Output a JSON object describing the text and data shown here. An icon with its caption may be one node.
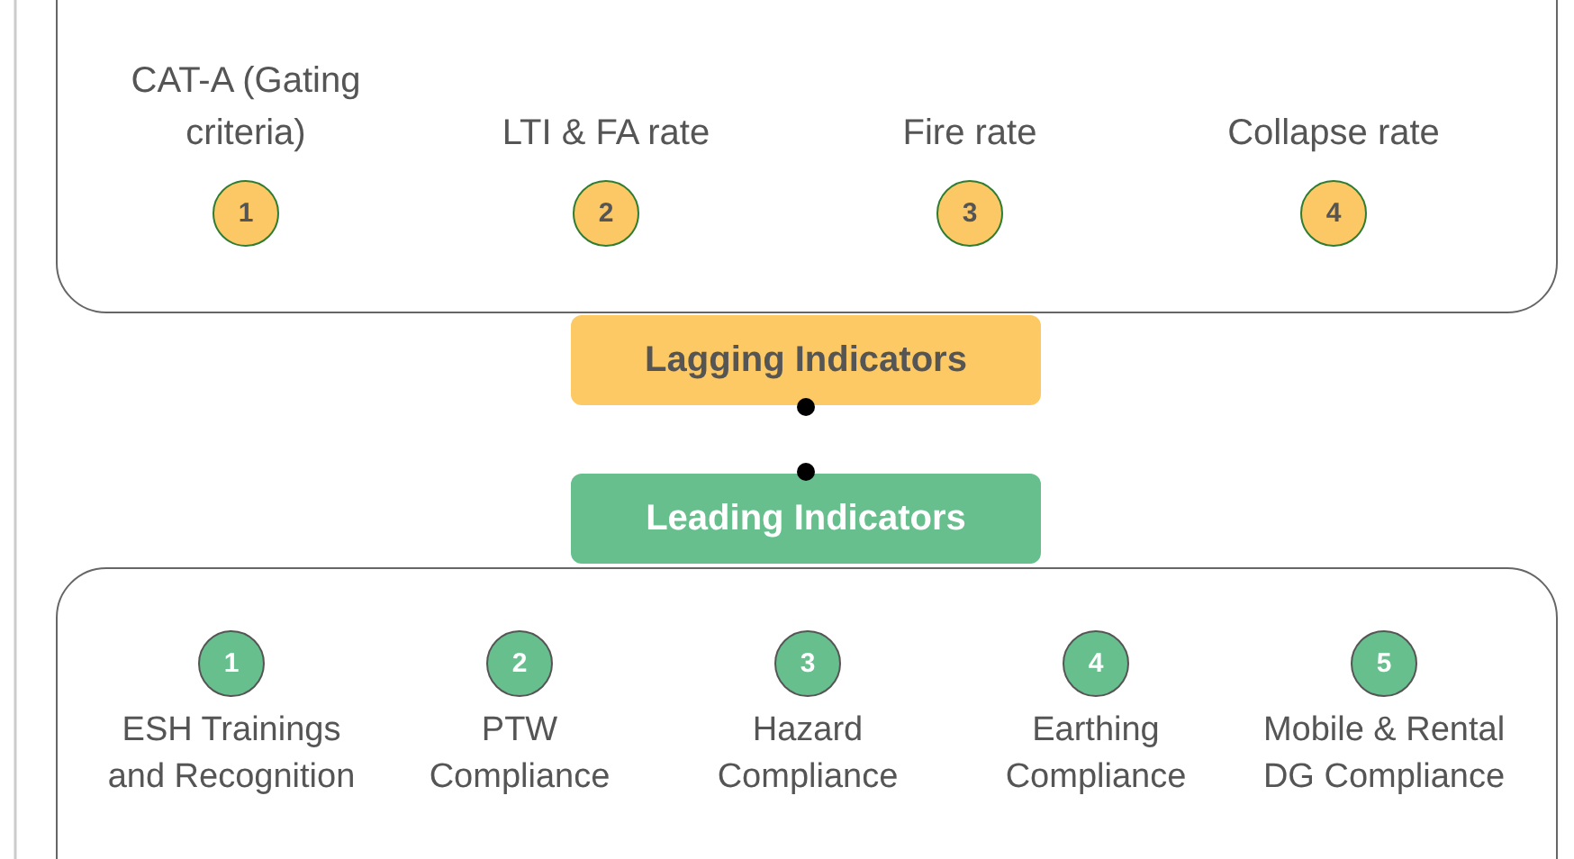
{
  "diagram": {
    "nodes": [
      {
        "text": [],
        "shape": "box"
      },
      {
        "text": [
          "1"
        ],
        "in": 0,
        "beside": [
          "CAT-A (Gating criteria)"
        ]
      },
      {
        "text": [
          "2"
        ],
        "in": 0,
        "beside": [
          "LTI & FA rate"
        ]
      },
      {
        "text": [
          "3"
        ],
        "in": 0,
        "beside": [
          "Fire rate"
        ]
      },
      {
        "text": [
          "4"
        ],
        "in": 0,
        "beside": [
          "Collapse rate"
        ]
      },
      {
        "text": [
          "Lagging Indicators"
        ]
      },
      {
        "text": [
          "Leading Indicators"
        ]
      },
      {
        "text": [],
        "shape": "box"
      },
      {
        "text": [
          "1"
        ],
        "in": 7,
        "beside": [
          "ESH Trainings and Recognition"
        ]
      },
      {
        "text": [
          "2"
        ],
        "in": 7,
        "beside": [
          "PTW Compliance"
        ]
      },
      {
        "text": [
          "3"
        ],
        "in": 7,
        "beside": [
          "Hazard Compliance"
        ]
      },
      {
        "text": [
          "4"
        ],
        "in": 7,
        "beside": [
          "Earthing Compliance"
        ]
      },
      {
        "text": [
          "5"
        ],
        "in": 7,
        "beside": [
          "Mobile & Rental DG Compliance"
        ]
      }
    ],
    "edges": [
      {
        "from": 5,
        "to": 6,
        "arrow": "other"
      }
    ]
  }
}
